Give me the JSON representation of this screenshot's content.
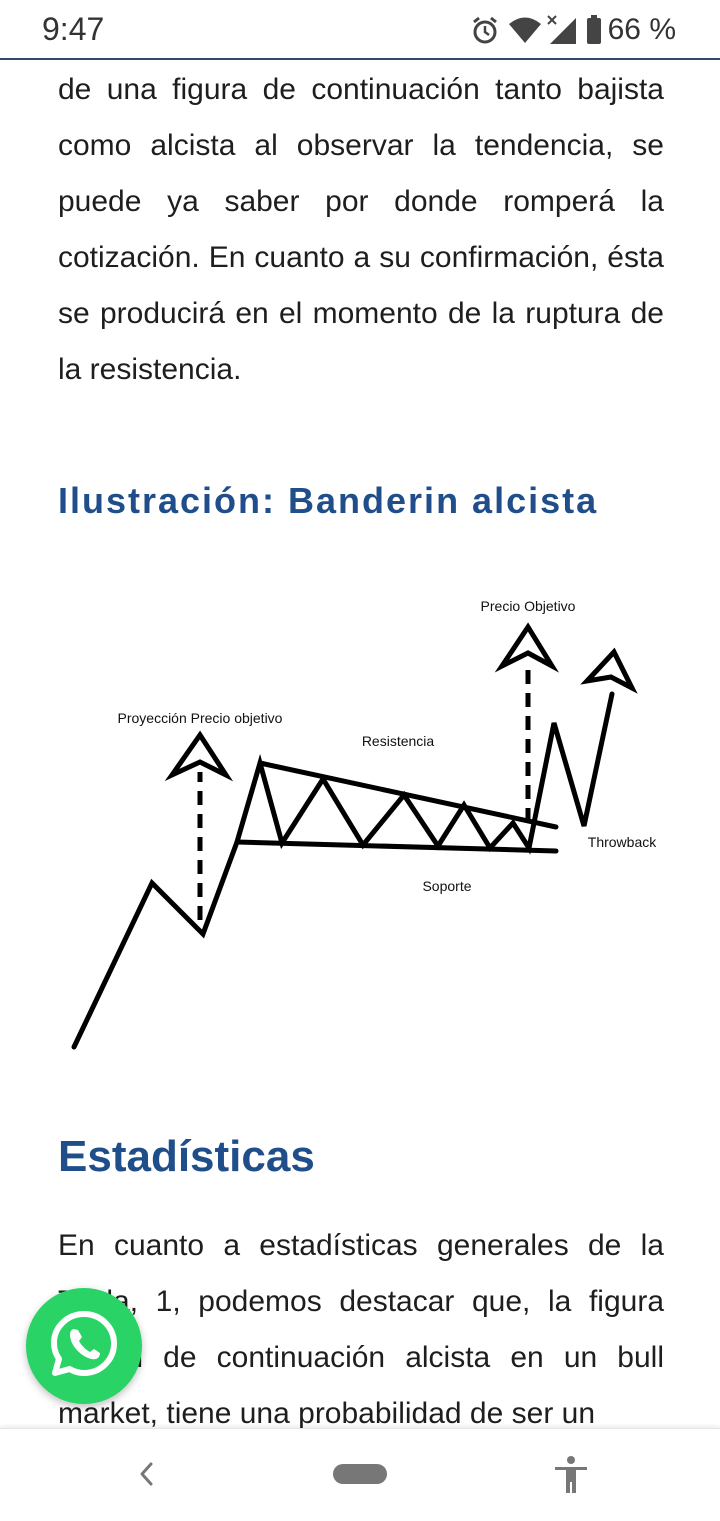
{
  "status": {
    "time": "9:47",
    "battery": "66 %",
    "icons": [
      "alarm-icon",
      "wifi-icon",
      "signal-icon",
      "battery-icon"
    ]
  },
  "article": {
    "paragraph1": "de una figura de continuación tanto bajista como alcista al observar la tendencia, se puede ya saber por donde romperá la cotización. En cuanto a su confirmación, ésta se producirá en el momento de la ruptura de la resistencia.",
    "figure_caption": "Ilustración: Banderin alcista",
    "figure_labels": {
      "target_price": "Precio Objetivo",
      "projection": "Proyección Precio objetivo",
      "resistance": "Resistencia",
      "throwback": "Throwback",
      "support": "Soporte"
    },
    "section_heading": "Estadísticas",
    "paragraph2": "En cuanto a estadísticas generales de la Tabla, 1, podemos destacar que, la figura patrón de continuación alcista en un bull market, tiene una probabilidad de ser un"
  },
  "fab": {
    "icon": "whatsapp-icon",
    "color": "#29d366"
  },
  "nav": {
    "icons": [
      "back-icon",
      "home-pill",
      "accessibility-icon"
    ]
  },
  "colors": {
    "heading": "#1f4e8a",
    "text": "#1e1e1e"
  }
}
